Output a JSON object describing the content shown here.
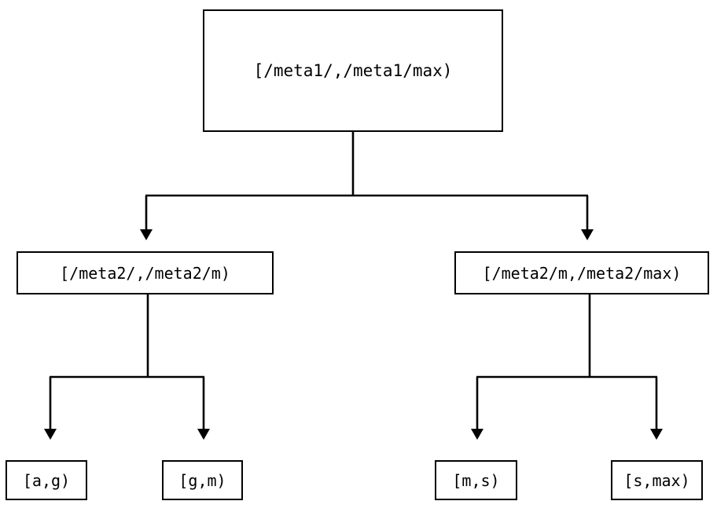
{
  "diagram": {
    "type": "tree",
    "title": "",
    "background_color": "#ffffff",
    "stroke_color": "#000000",
    "nodes": {
      "root": {
        "id": "root",
        "label": "[/meta1/,/meta1/max)",
        "level": 0
      },
      "mid_left": {
        "id": "mid-left",
        "label": "[/meta2/,/meta2/m)",
        "level": 1
      },
      "mid_right": {
        "id": "mid-right",
        "label": "[/meta2/m,/meta2/max)",
        "level": 1
      },
      "leaf_ag": {
        "id": "leaf-a-g",
        "label": "[a,g)",
        "level": 2
      },
      "leaf_gm": {
        "id": "leaf-g-m",
        "label": "[g,m)",
        "level": 2
      },
      "leaf_ms": {
        "id": "leaf-m-s",
        "label": "[m,s)",
        "level": 2
      },
      "leaf_smax": {
        "id": "leaf-s-max",
        "label": "[s,max)",
        "level": 2
      }
    },
    "edges": [
      {
        "from": "root",
        "to": "mid_left",
        "arrow": "down-triangle"
      },
      {
        "from": "root",
        "to": "mid_right",
        "arrow": "down-triangle"
      },
      {
        "from": "mid_left",
        "to": "leaf_ag",
        "arrow": "down-triangle"
      },
      {
        "from": "mid_left",
        "to": "leaf_gm",
        "arrow": "down-triangle"
      },
      {
        "from": "mid_right",
        "to": "leaf_ms",
        "arrow": "down-triangle"
      },
      {
        "from": "mid_right",
        "to": "leaf_smax",
        "arrow": "down-triangle"
      }
    ]
  }
}
